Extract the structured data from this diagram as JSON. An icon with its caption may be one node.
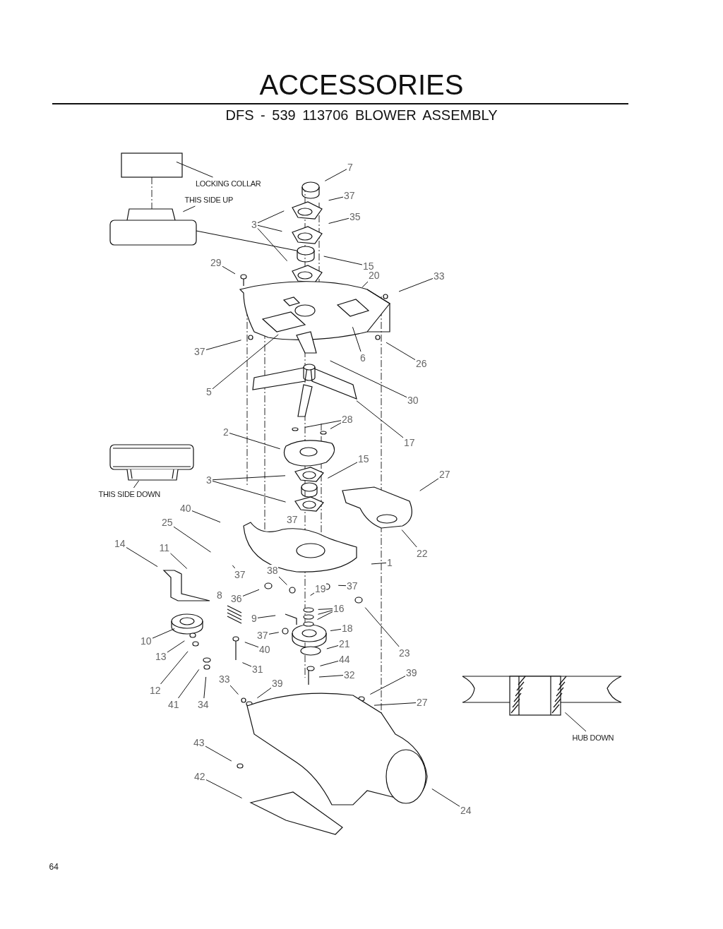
{
  "diagram": {
    "title": "ACCESSORIES",
    "caption": "DFS - 539 113706   BLOWER ASSEMBLY",
    "nodes": [
      {
        "text": [
          "LOCKING COLLAR"
        ]
      },
      {
        "text": [
          "7"
        ]
      },
      {
        "text": [
          "THIS SIDE UP"
        ]
      },
      {
        "text": [
          "37"
        ]
      },
      {
        "text": [
          "35"
        ]
      },
      {
        "text": [
          "3"
        ]
      },
      {
        "text": [
          "15"
        ]
      },
      {
        "text": [
          "29"
        ]
      },
      {
        "text": [
          "20"
        ]
      },
      {
        "text": [
          "33"
        ]
      },
      {
        "text": [
          "37"
        ]
      },
      {
        "text": [
          "6"
        ]
      },
      {
        "text": [
          "26"
        ]
      },
      {
        "text": [
          "5"
        ]
      },
      {
        "text": [
          "30"
        ]
      },
      {
        "text": [
          "28"
        ]
      },
      {
        "text": [
          "2"
        ]
      },
      {
        "text": [
          "17"
        ]
      },
      {
        "text": [
          "15"
        ]
      },
      {
        "text": [
          "27"
        ]
      },
      {
        "text": [
          "3"
        ]
      },
      {
        "text": [
          "THIS SIDE DOWN"
        ]
      },
      {
        "text": [
          "40"
        ]
      },
      {
        "text": [
          "25"
        ]
      },
      {
        "text": [
          "14"
        ]
      },
      {
        "text": [
          "11"
        ]
      },
      {
        "text": [
          "22"
        ]
      },
      {
        "text": [
          "1"
        ]
      },
      {
        "text": [
          "37"
        ]
      },
      {
        "text": [
          "37"
        ]
      },
      {
        "text": [
          "19"
        ]
      },
      {
        "text": [
          "36"
        ]
      },
      {
        "text": [
          "38"
        ]
      },
      {
        "text": [
          "16"
        ]
      },
      {
        "text": [
          "9"
        ]
      },
      {
        "text": [
          "18"
        ]
      },
      {
        "text": [
          "37"
        ]
      },
      {
        "text": [
          "21"
        ]
      },
      {
        "text": [
          "10"
        ]
      },
      {
        "text": [
          "40"
        ]
      },
      {
        "text": [
          "23"
        ]
      },
      {
        "text": [
          "44"
        ]
      },
      {
        "text": [
          "13"
        ]
      },
      {
        "text": [
          "31"
        ]
      },
      {
        "text": [
          "32"
        ]
      },
      {
        "text": [
          "39"
        ]
      },
      {
        "text": [
          "33"
        ]
      },
      {
        "text": [
          "39"
        ]
      },
      {
        "text": [
          "12"
        ]
      },
      {
        "text": [
          "27"
        ]
      },
      {
        "text": [
          "41"
        ]
      },
      {
        "text": [
          "34"
        ]
      },
      {
        "text": [
          "HUB DOWN"
        ]
      },
      {
        "text": [
          "43"
        ]
      },
      {
        "text": [
          "42"
        ]
      },
      {
        "text": [
          "24"
        ]
      },
      {
        "text": [],
        "shape": "box"
      }
    ],
    "edges": [
      {
        "from": 0,
        "to": null,
        "arrow": "none"
      },
      {
        "from": 1,
        "to": null,
        "arrow": "none"
      },
      {
        "from": 2,
        "to": null,
        "arrow": "none"
      },
      {
        "from": 3,
        "to": null,
        "arrow": "none"
      },
      {
        "from": 4,
        "to": null,
        "arrow": "none"
      },
      {
        "from": 5,
        "to": null,
        "arrow": "none"
      },
      {
        "from": 5,
        "to": null,
        "arrow": "none"
      },
      {
        "from": 5,
        "to": null,
        "arrow": "none"
      },
      {
        "from": 6,
        "to": null,
        "arrow": "none"
      },
      {
        "from": 7,
        "to": null,
        "arrow": "none"
      },
      {
        "from": 8,
        "to": null,
        "arrow": "none"
      },
      {
        "from": 9,
        "to": null,
        "arrow": "none"
      },
      {
        "from": 10,
        "to": null,
        "arrow": "none"
      },
      {
        "from": 11,
        "to": null,
        "arrow": "none"
      },
      {
        "from": 12,
        "to": null,
        "arrow": "none"
      },
      {
        "from": 13,
        "to": null,
        "arrow": "none"
      },
      {
        "from": 14,
        "to": null,
        "arrow": "none"
      },
      {
        "from": 15,
        "to": null,
        "arrow": "none"
      },
      {
        "from": 15,
        "to": null,
        "arrow": "none"
      },
      {
        "from": 16,
        "to": null,
        "arrow": "none"
      },
      {
        "from": 17,
        "to": null,
        "arrow": "none"
      },
      {
        "from": 18,
        "to": null,
        "arrow": "none"
      },
      {
        "from": 19,
        "to": null,
        "arrow": "none"
      },
      {
        "from": 20,
        "to": null,
        "arrow": "none"
      },
      {
        "from": 20,
        "to": null,
        "arrow": "none"
      },
      {
        "from": 21,
        "to": 56,
        "arrow": "none"
      },
      {
        "from": 22,
        "to": null,
        "arrow": "none"
      },
      {
        "from": 23,
        "to": null,
        "arrow": "none"
      },
      {
        "from": 24,
        "to": null,
        "arrow": "none"
      },
      {
        "from": 25,
        "to": null,
        "arrow": "none"
      },
      {
        "from": 26,
        "to": null,
        "arrow": "none"
      },
      {
        "from": 27,
        "to": null,
        "arrow": "none"
      },
      {
        "from": 28,
        "to": null,
        "arrow": "none"
      },
      {
        "from": 29,
        "to": null,
        "arrow": "none"
      },
      {
        "from": 30,
        "to": null,
        "arrow": "none"
      },
      {
        "from": 31,
        "to": null,
        "arrow": "none"
      },
      {
        "from": 32,
        "to": null,
        "arrow": "none"
      },
      {
        "from": 33,
        "to": null,
        "arrow": "none"
      },
      {
        "from": 33,
        "to": null,
        "arrow": "none"
      },
      {
        "from": 33,
        "to": null,
        "arrow": "none"
      },
      {
        "from": 34,
        "to": null,
        "arrow": "none"
      },
      {
        "from": 35,
        "to": null,
        "arrow": "none"
      },
      {
        "from": 36,
        "to": null,
        "arrow": "none"
      },
      {
        "from": 37,
        "to": null,
        "arrow": "none"
      },
      {
        "from": 38,
        "to": null,
        "arrow": "none"
      },
      {
        "from": 39,
        "to": null,
        "arrow": "none"
      },
      {
        "from": 40,
        "to": null,
        "arrow": "none"
      },
      {
        "from": 41,
        "to": null,
        "arrow": "none"
      },
      {
        "from": 42,
        "to": null,
        "arrow": "none"
      },
      {
        "from": 43,
        "to": null,
        "arrow": "none"
      },
      {
        "from": 44,
        "to": null,
        "arrow": "none"
      },
      {
        "from": 45,
        "to": null,
        "arrow": "none"
      },
      {
        "from": 46,
        "to": null,
        "arrow": "none"
      },
      {
        "from": 47,
        "to": null,
        "arrow": "none"
      },
      {
        "from": 48,
        "to": null,
        "arrow": "none"
      },
      {
        "from": 49,
        "to": null,
        "arrow": "none"
      },
      {
        "from": 50,
        "to": null,
        "arrow": "none"
      },
      {
        "from": 51,
        "to": null,
        "arrow": "none"
      },
      {
        "from": 52,
        "to": null,
        "arrow": "none"
      },
      {
        "from": 53,
        "to": null,
        "arrow": "none"
      },
      {
        "from": 54,
        "to": null,
        "arrow": "none"
      },
      {
        "from": 55,
        "to": null,
        "arrow": "none"
      }
    ],
    "labels": [
      "37",
      "8",
      "64"
    ]
  }
}
